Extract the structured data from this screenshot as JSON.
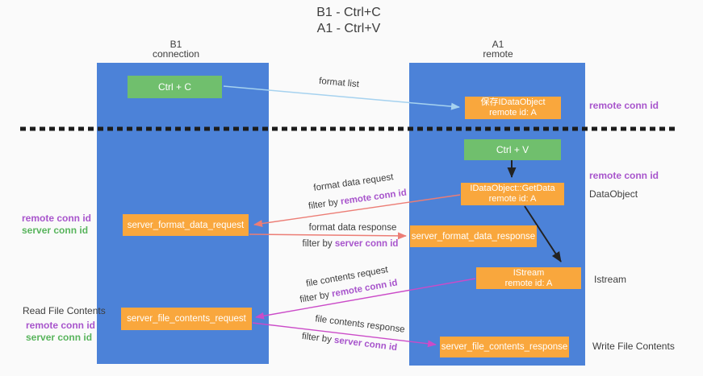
{
  "title": {
    "line1": "B1 - Ctrl+C",
    "line2": "A1 - Ctrl+V"
  },
  "lanes": {
    "left": {
      "header1": "B1",
      "header2": "connection"
    },
    "right": {
      "header1": "A1",
      "header2": "remote"
    }
  },
  "nodes": {
    "ctrl_c": {
      "label": "Ctrl + C"
    },
    "ctrl_v": {
      "label": "Ctrl + V"
    },
    "save_idataobject": {
      "line1": "保存IDataObject",
      "line2": "remote id: A"
    },
    "getdata": {
      "line1": "IDataObject::GetData",
      "line2": "remote id: A"
    },
    "istream": {
      "line1": "IStream",
      "line2": "remote id: A"
    },
    "format_request": {
      "label": "server_format_data_request"
    },
    "format_response": {
      "label": "server_format_data_response"
    },
    "file_request": {
      "label": "server_file_contents_request"
    },
    "file_response": {
      "label": "server_file_contents_response"
    }
  },
  "flows": {
    "format_list": {
      "label": "format list"
    },
    "format_data_request": {
      "label": "format data request",
      "filter_prefix": "filter by",
      "filter_key": "remote conn id"
    },
    "format_data_response": {
      "label": "format data response",
      "filter_prefix": "filter by",
      "filter_key": "server conn id"
    },
    "file_contents_request": {
      "label": "file contents request",
      "filter_prefix": "filter by",
      "filter_key": "remote conn id"
    },
    "file_contents_response": {
      "label": "file contents response",
      "filter_prefix": "filter by",
      "filter_key": "server conn id"
    }
  },
  "annotations": {
    "right_remote_conn_id_top": "remote conn id",
    "right_remote_conn_id_mid": "remote conn id",
    "dataobject": "DataObject",
    "istream": "Istream",
    "write_file_contents": "Write File Contents",
    "left_remote_conn_id_top": "remote conn id",
    "left_server_conn_id_top": "server conn id",
    "read_file_contents": "Read File Contents",
    "left_remote_conn_id_bottom": "remote conn id",
    "left_server_conn_id_bottom": "server conn id"
  },
  "colors": {
    "lane_blue": "#4c82d8",
    "node_orange": "#f9a73d",
    "node_green": "#70bf6d",
    "arrow_light_blue": "#a6d2ef",
    "arrow_red": "#ec7d75",
    "arrow_magenta": "#cb4bc8",
    "arrow_black": "#222222",
    "text_purple": "#a855cc",
    "text_green": "#58b45c",
    "text_dark": "#3d3d3d"
  }
}
